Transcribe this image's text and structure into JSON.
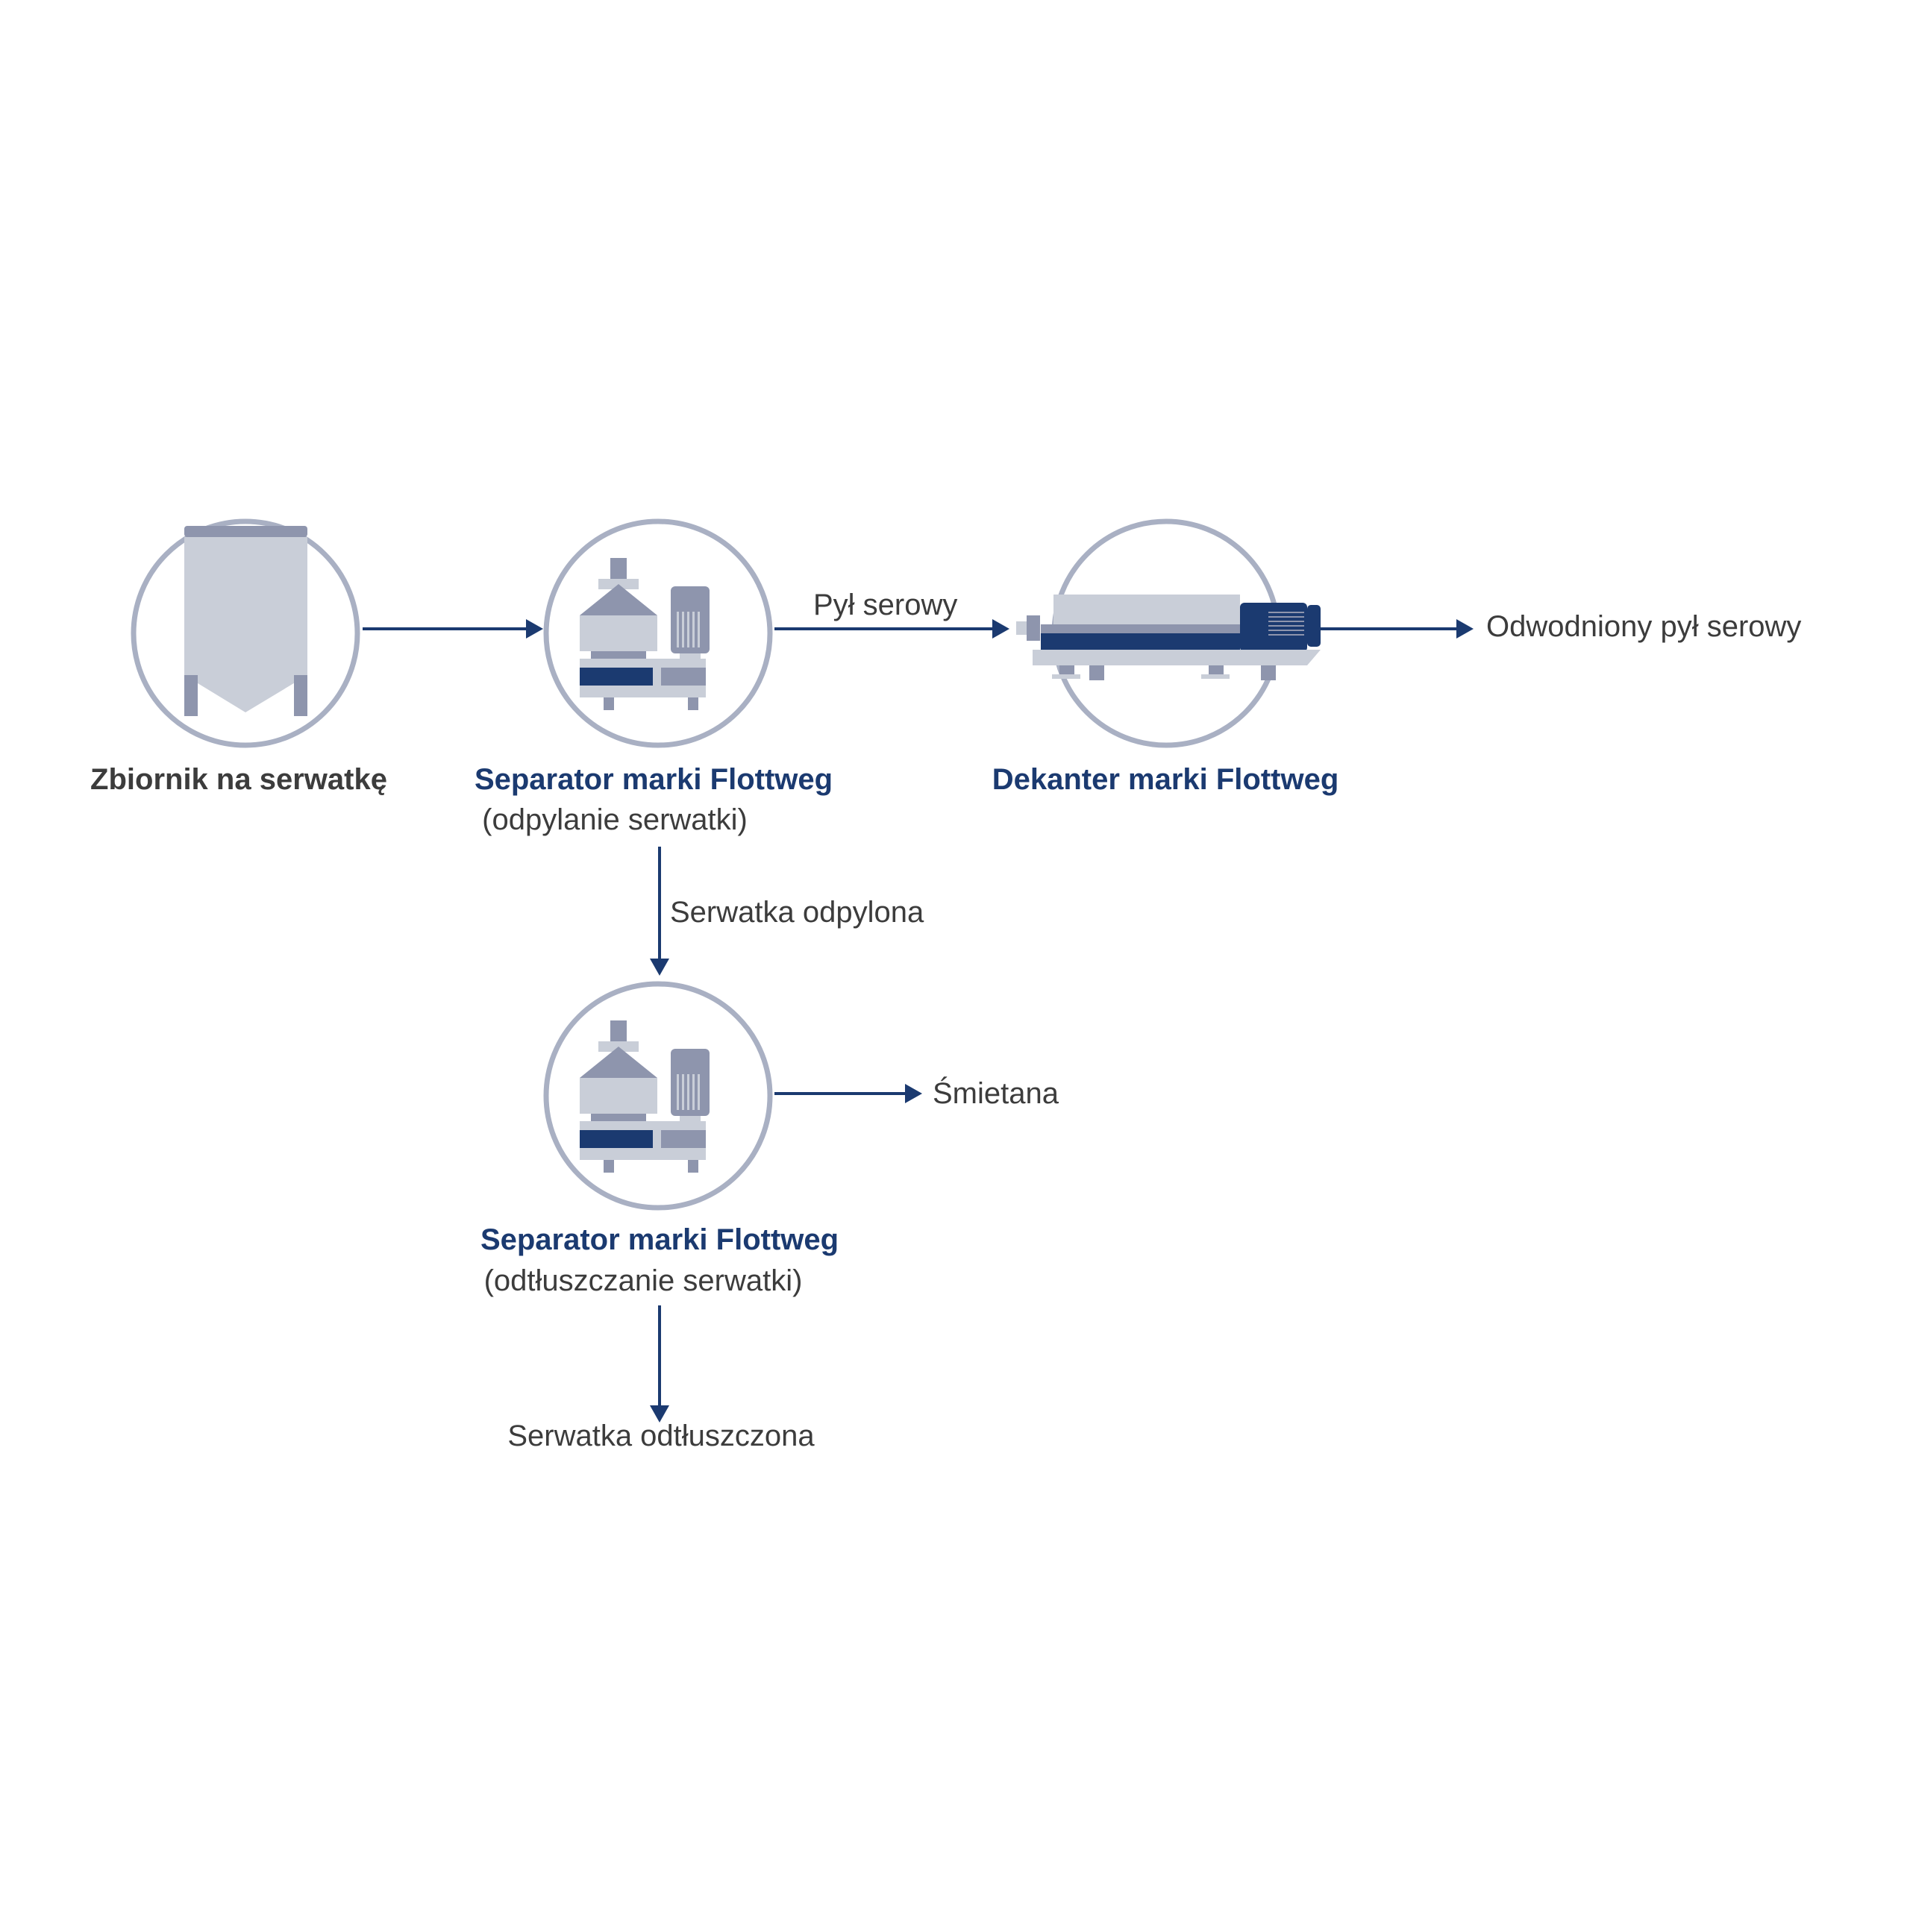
{
  "colors": {
    "circle_stroke": "#a9b0c3",
    "arrow": "#1b3a70",
    "machine_light": "#c9ced8",
    "machine_mid": "#8e95ad",
    "machine_dark": "#1b3a70",
    "text_dark": "#3c3c3c",
    "text_blue": "#1b3a70"
  },
  "nodes": {
    "tank": {
      "icon": "whey-tank-icon",
      "title": "Zbiornik na serwatkę"
    },
    "separator1": {
      "icon": "separator-icon",
      "title": "Separator marki Flottweg",
      "subtitle": "(odpylanie serwatki)"
    },
    "decanter": {
      "icon": "decanter-icon",
      "title": "Dekanter marki Flottweg"
    },
    "separator2": {
      "icon": "separator-icon",
      "title": "Separator marki Flottweg",
      "subtitle": "(odtłuszczanie serwatki)"
    }
  },
  "flows": {
    "cheese_dust": "Pył serowy",
    "dewatered_dust": "Odwodniony pył serowy",
    "dedusted_whey": "Serwatka odpylona",
    "cream": "Śmietana",
    "skimmed_whey": "Serwatka odtłuszczona"
  }
}
